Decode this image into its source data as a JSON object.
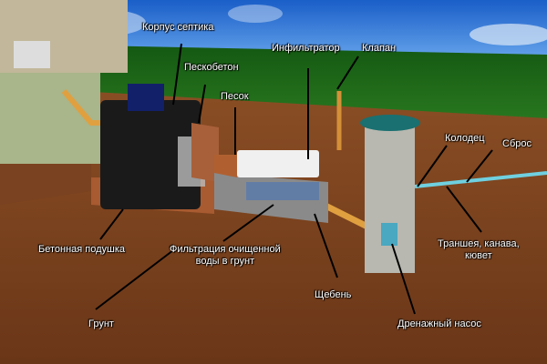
{
  "labels": {
    "tank_body": "Корпус септика",
    "sand_concrete": "Пескобетон",
    "infiltrator": "Инфильтратор",
    "valve": "Клапан",
    "sand": "Песок",
    "well": "Колодец",
    "discharge": "Сброс",
    "concrete_pad": "Бетонная подушка",
    "filtration_1": "Фильтрация очищенной",
    "filtration_2": "воды в грунт",
    "trench_1": "Траншея, канава,",
    "trench_2": "кювет",
    "gravel": "Щебень",
    "soil": "Грунт",
    "drain_pump": "Дренажный насос"
  },
  "colors": {
    "sky": "#2f6fd0",
    "grass": "#1f6a1a",
    "soil": "#8a4e24",
    "pipe": "#e0a040"
  }
}
